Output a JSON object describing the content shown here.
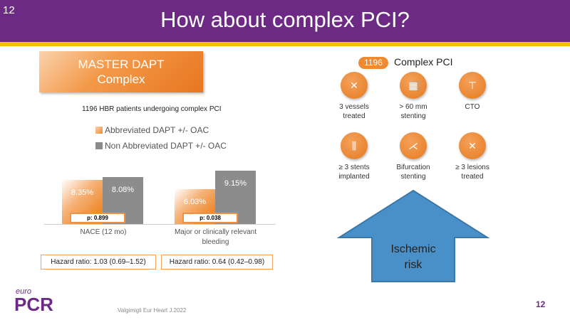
{
  "slide_number": "12",
  "title": "How about complex PCI?",
  "study_box": {
    "line1": "MASTER DAPT",
    "line2": "Complex"
  },
  "subtitle": "1196 HBR patients undergoing complex PCI",
  "chart_data": {
    "type": "bar",
    "categories": [
      "NACE (12 mo)",
      "Major or clinically relevant bleeding"
    ],
    "series": [
      {
        "name": "Abbreviated DAPT +/- OAC",
        "values": [
          8.35,
          6.03
        ],
        "labels": [
          "8.35%",
          "6.03%"
        ],
        "color": "#ee8a2f"
      },
      {
        "name": "Non Abbreviated DAPT +/- OAC",
        "values": [
          8.08,
          9.15
        ],
        "labels": [
          "8.08%",
          "9.15%"
        ],
        "color": "#8c8c8c"
      }
    ],
    "p_values": [
      "p: 0.899",
      "p: 0.038"
    ],
    "hazard_ratios": [
      "Hazard ratio: 1.03 (0.69–1.52)",
      "Hazard ratio: 0.64 (0.42–0.98)"
    ],
    "ylim": [
      0,
      10
    ]
  },
  "complex_pci": {
    "count": "1196",
    "label": "Complex PCI",
    "items": [
      {
        "l1": "3 vessels",
        "l2": "treated",
        "icon": "vessels-icon"
      },
      {
        "l1": "> 60 mm",
        "l2": "stenting",
        "icon": "stent-icon"
      },
      {
        "l1": "CTO",
        "l2": "",
        "icon": "cto-icon"
      },
      {
        "l1": "≥ 3 stents",
        "l2": "implanted",
        "icon": "stents-icon"
      },
      {
        "l1": "Bifurcation",
        "l2": "stenting",
        "icon": "bifurcation-icon"
      },
      {
        "l1": "≥ 3 lesions",
        "l2": "treated",
        "icon": "lesions-icon"
      }
    ]
  },
  "arrow": {
    "line1": "Ischemic",
    "line2": "risk",
    "color": "#4a90c8"
  },
  "logo": {
    "top": "euro",
    "bottom": "PCR"
  },
  "citation": "Valgimigli Eur Heart J.2022",
  "page_number": "12"
}
